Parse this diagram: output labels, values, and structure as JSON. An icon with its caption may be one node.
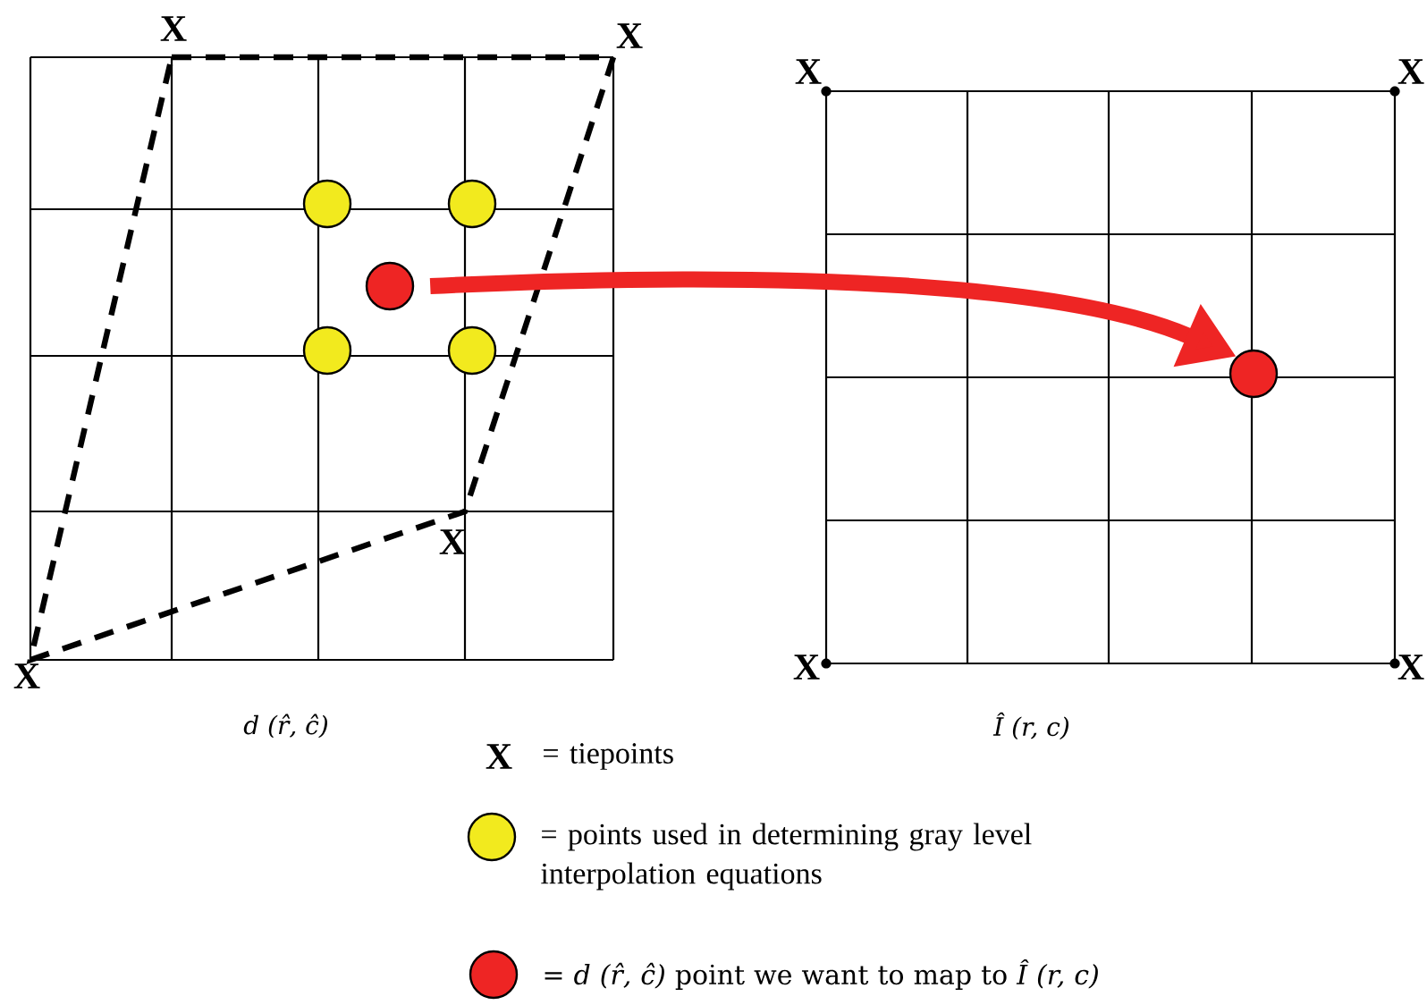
{
  "diagram": {
    "nodes": [
      {
        "text": [],
        "shape": "circle"
      },
      {
        "text": [],
        "shape": "circle"
      }
    ],
    "edges": [
      {
        "from": 0,
        "to": 1,
        "arrow": "to",
        "color": "#ee2524"
      }
    ],
    "labels": [
      "X",
      "X",
      "X",
      "X",
      "X",
      "X",
      "X",
      "X",
      "d (r̂, ĉ)",
      "Î (r, c)",
      "X"
    ],
    "legend": [
      {
        "text": "= tiepoints"
      },
      {
        "text": "= points used in determining gray level interpolation equations",
        "color": "#f2ea1e"
      },
      {
        "text": "= *d (r̂, ĉ)* point we want to map to *Î (r, c)*",
        "color": "#ee2524"
      }
    ]
  }
}
